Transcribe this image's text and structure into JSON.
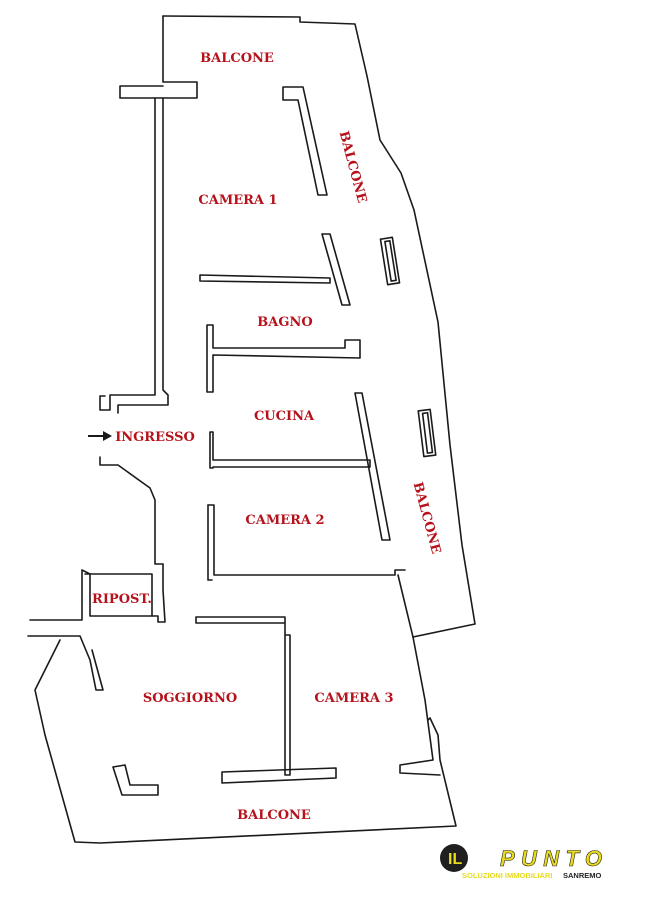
{
  "rooms": {
    "balcone_top": "BALCONE",
    "balcone_right_upper": "BALCONE",
    "camera1": "CAMERA 1",
    "bagno": "BAGNO",
    "cucina": "CUCINA",
    "ingresso": "INGRESSO",
    "balcone_right_lower": "BALCONE",
    "camera2": "CAMERA 2",
    "ripost": "RIPOST.",
    "soggiorno": "SOGGIORNO",
    "camera3": "CAMERA 3",
    "balcone_bottom": "BALCONE"
  },
  "logo": {
    "brand": "PUNTO",
    "prefix": "IL",
    "tagline": "SOLUZIONI IMMOBILIARI",
    "city": "SANREMO"
  },
  "colors": {
    "label": "#b5121b",
    "wall": "#1a1a1a",
    "logo_yellow": "#e8dc1c",
    "logo_dark": "#1f1f1f"
  }
}
